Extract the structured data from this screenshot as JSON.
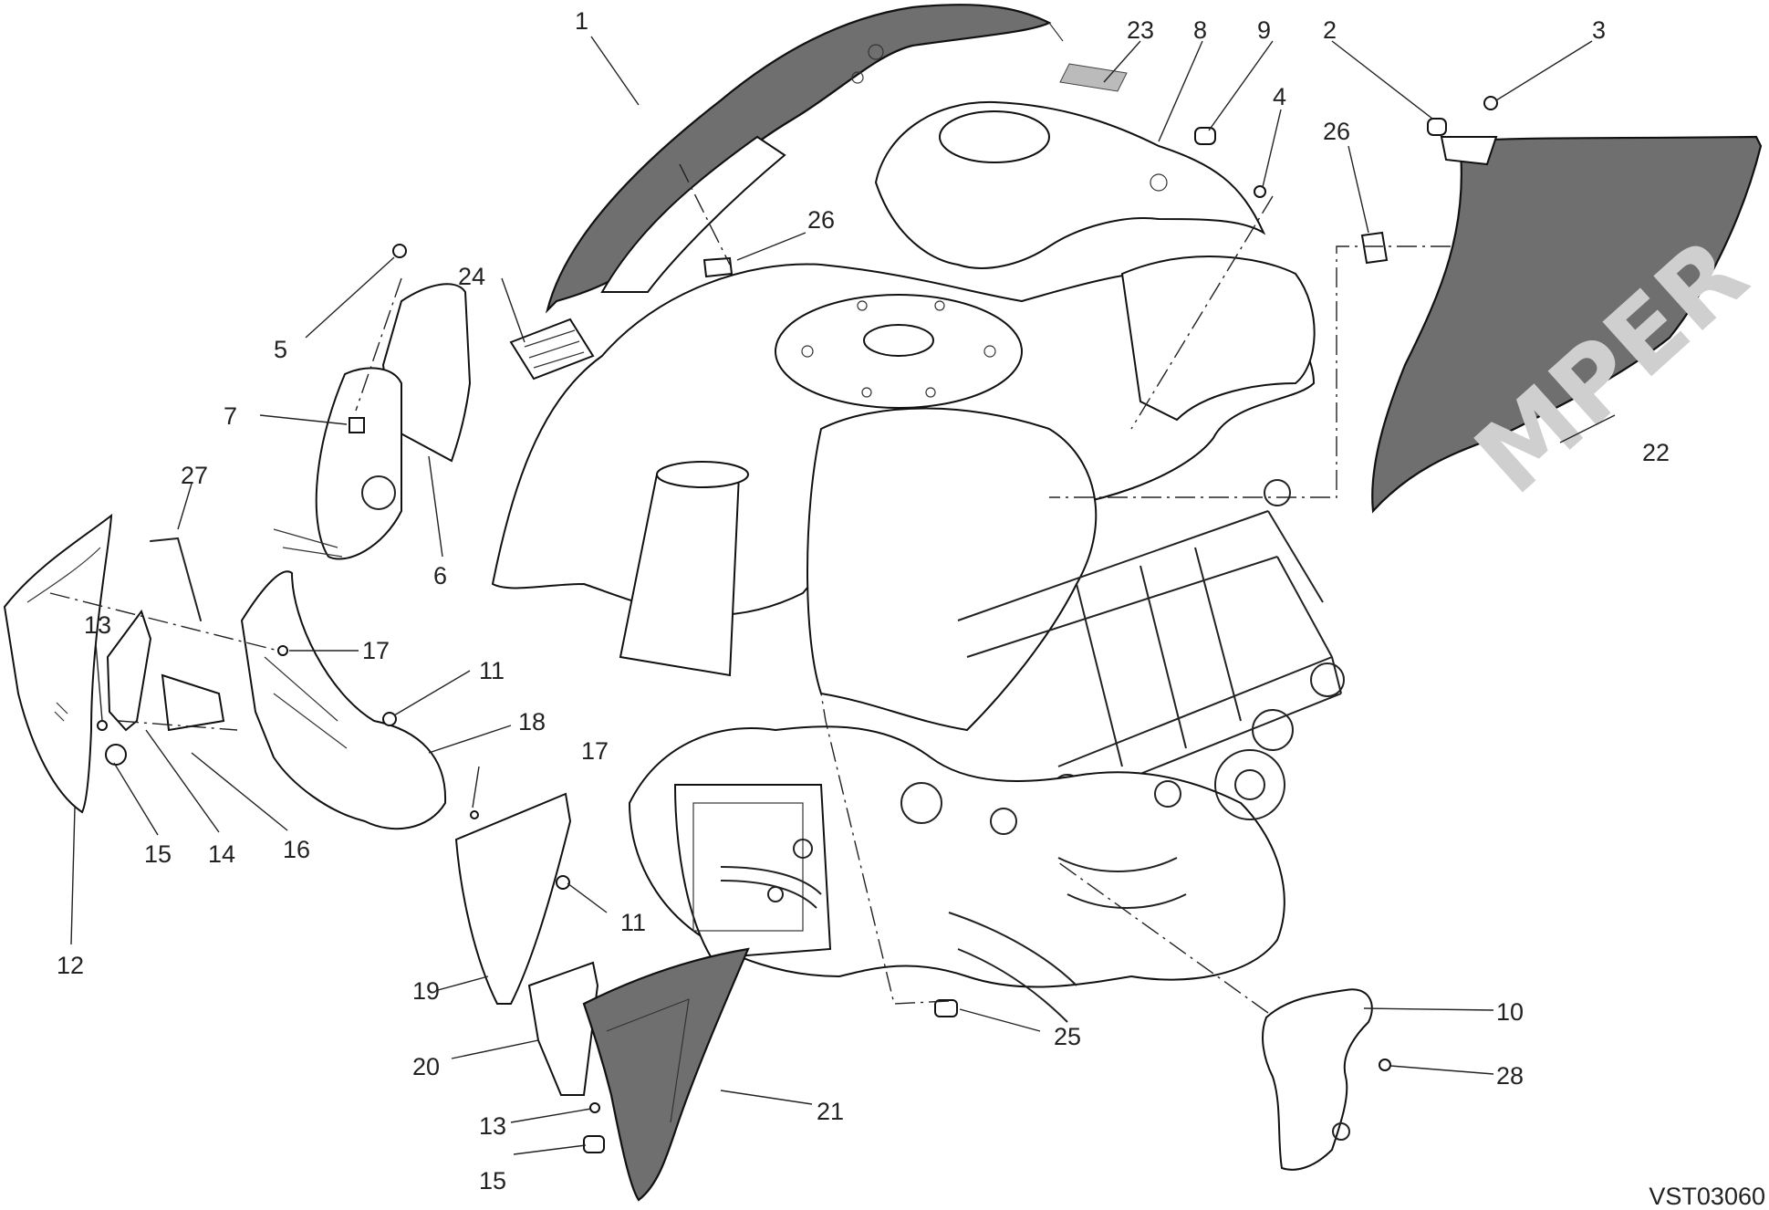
{
  "diagram": {
    "reference_code": "VST03060",
    "decal_text": "MPER",
    "callouts": [
      {
        "id": "c1",
        "label": "1"
      },
      {
        "id": "c2",
        "label": "2"
      },
      {
        "id": "c3",
        "label": "3"
      },
      {
        "id": "c4",
        "label": "4"
      },
      {
        "id": "c5",
        "label": "5"
      },
      {
        "id": "c6",
        "label": "6"
      },
      {
        "id": "c7",
        "label": "7"
      },
      {
        "id": "c8",
        "label": "8"
      },
      {
        "id": "c9",
        "label": "9"
      },
      {
        "id": "c10",
        "label": "10"
      },
      {
        "id": "c11a",
        "label": "11"
      },
      {
        "id": "c11b",
        "label": "11"
      },
      {
        "id": "c12",
        "label": "12"
      },
      {
        "id": "c13a",
        "label": "13"
      },
      {
        "id": "c13b",
        "label": "13"
      },
      {
        "id": "c14",
        "label": "14"
      },
      {
        "id": "c15a",
        "label": "15"
      },
      {
        "id": "c15b",
        "label": "15"
      },
      {
        "id": "c16",
        "label": "16"
      },
      {
        "id": "c17a",
        "label": "17"
      },
      {
        "id": "c17b",
        "label": "17"
      },
      {
        "id": "c18",
        "label": "18"
      },
      {
        "id": "c19",
        "label": "19"
      },
      {
        "id": "c20",
        "label": "20"
      },
      {
        "id": "c21",
        "label": "21"
      },
      {
        "id": "c22",
        "label": "22"
      },
      {
        "id": "c23",
        "label": "23"
      },
      {
        "id": "c24",
        "label": "24"
      },
      {
        "id": "c25",
        "label": "25"
      },
      {
        "id": "c26a",
        "label": "26"
      },
      {
        "id": "c26b",
        "label": "26"
      },
      {
        "id": "c27",
        "label": "27"
      },
      {
        "id": "c28",
        "label": "28"
      }
    ]
  }
}
